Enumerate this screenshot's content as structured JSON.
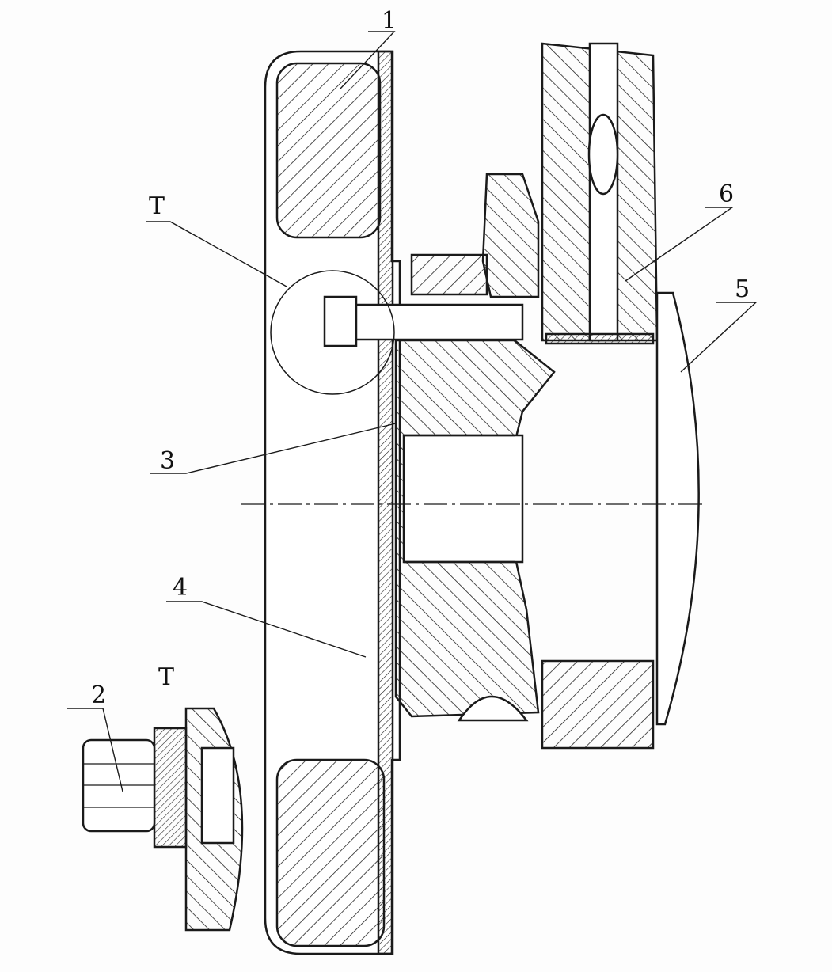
{
  "drawing": {
    "callouts": [
      {
        "id": "1",
        "text": "1"
      },
      {
        "id": "2",
        "text": "2"
      },
      {
        "id": "3",
        "text": "3"
      },
      {
        "id": "4",
        "text": "4"
      },
      {
        "id": "5",
        "text": "5"
      },
      {
        "id": "6",
        "text": "6"
      }
    ],
    "detail_marker": "T",
    "detail_title": "T"
  },
  "colors": {
    "ink": "#1a1a1a",
    "paper": "#fdfdfd"
  }
}
